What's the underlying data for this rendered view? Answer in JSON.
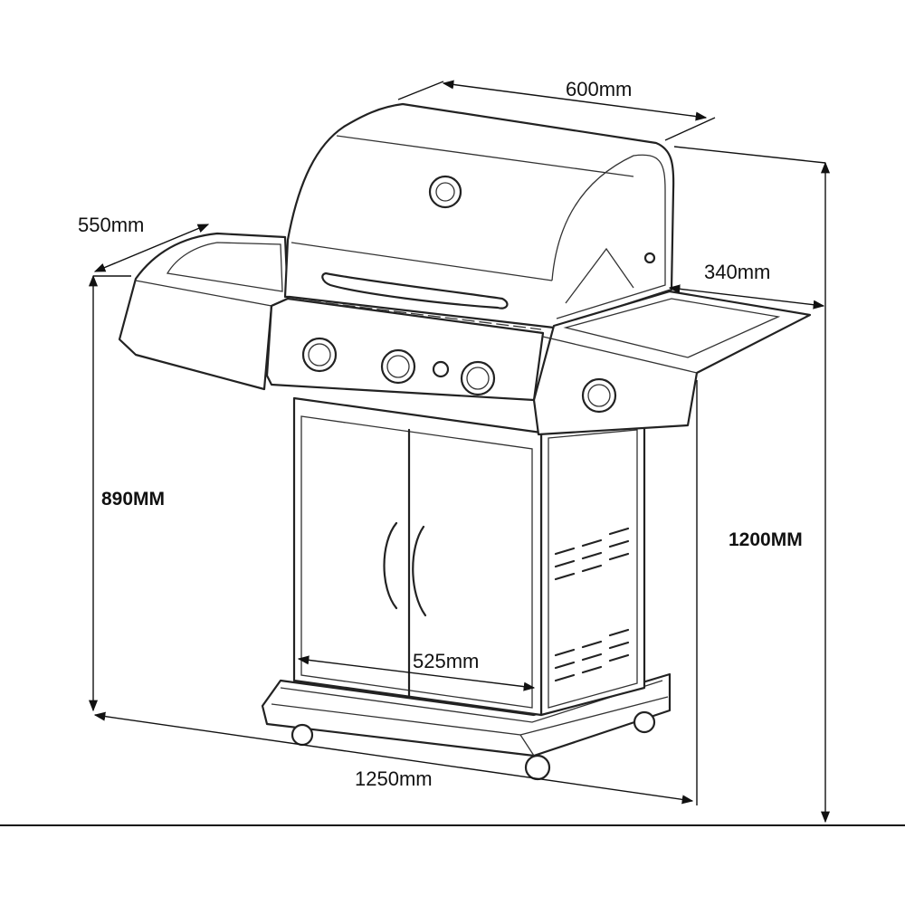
{
  "title": "Gas grill dimension diagram",
  "dimensions": {
    "lid_width": "600mm",
    "side_depth": "550mm",
    "side_burner_width": "340mm",
    "working_height": "890MM",
    "total_height": "1200MM",
    "cart_width": "525mm",
    "total_width": "1250mm"
  },
  "colors": {
    "line": "#222222",
    "background": "#ffffff"
  }
}
